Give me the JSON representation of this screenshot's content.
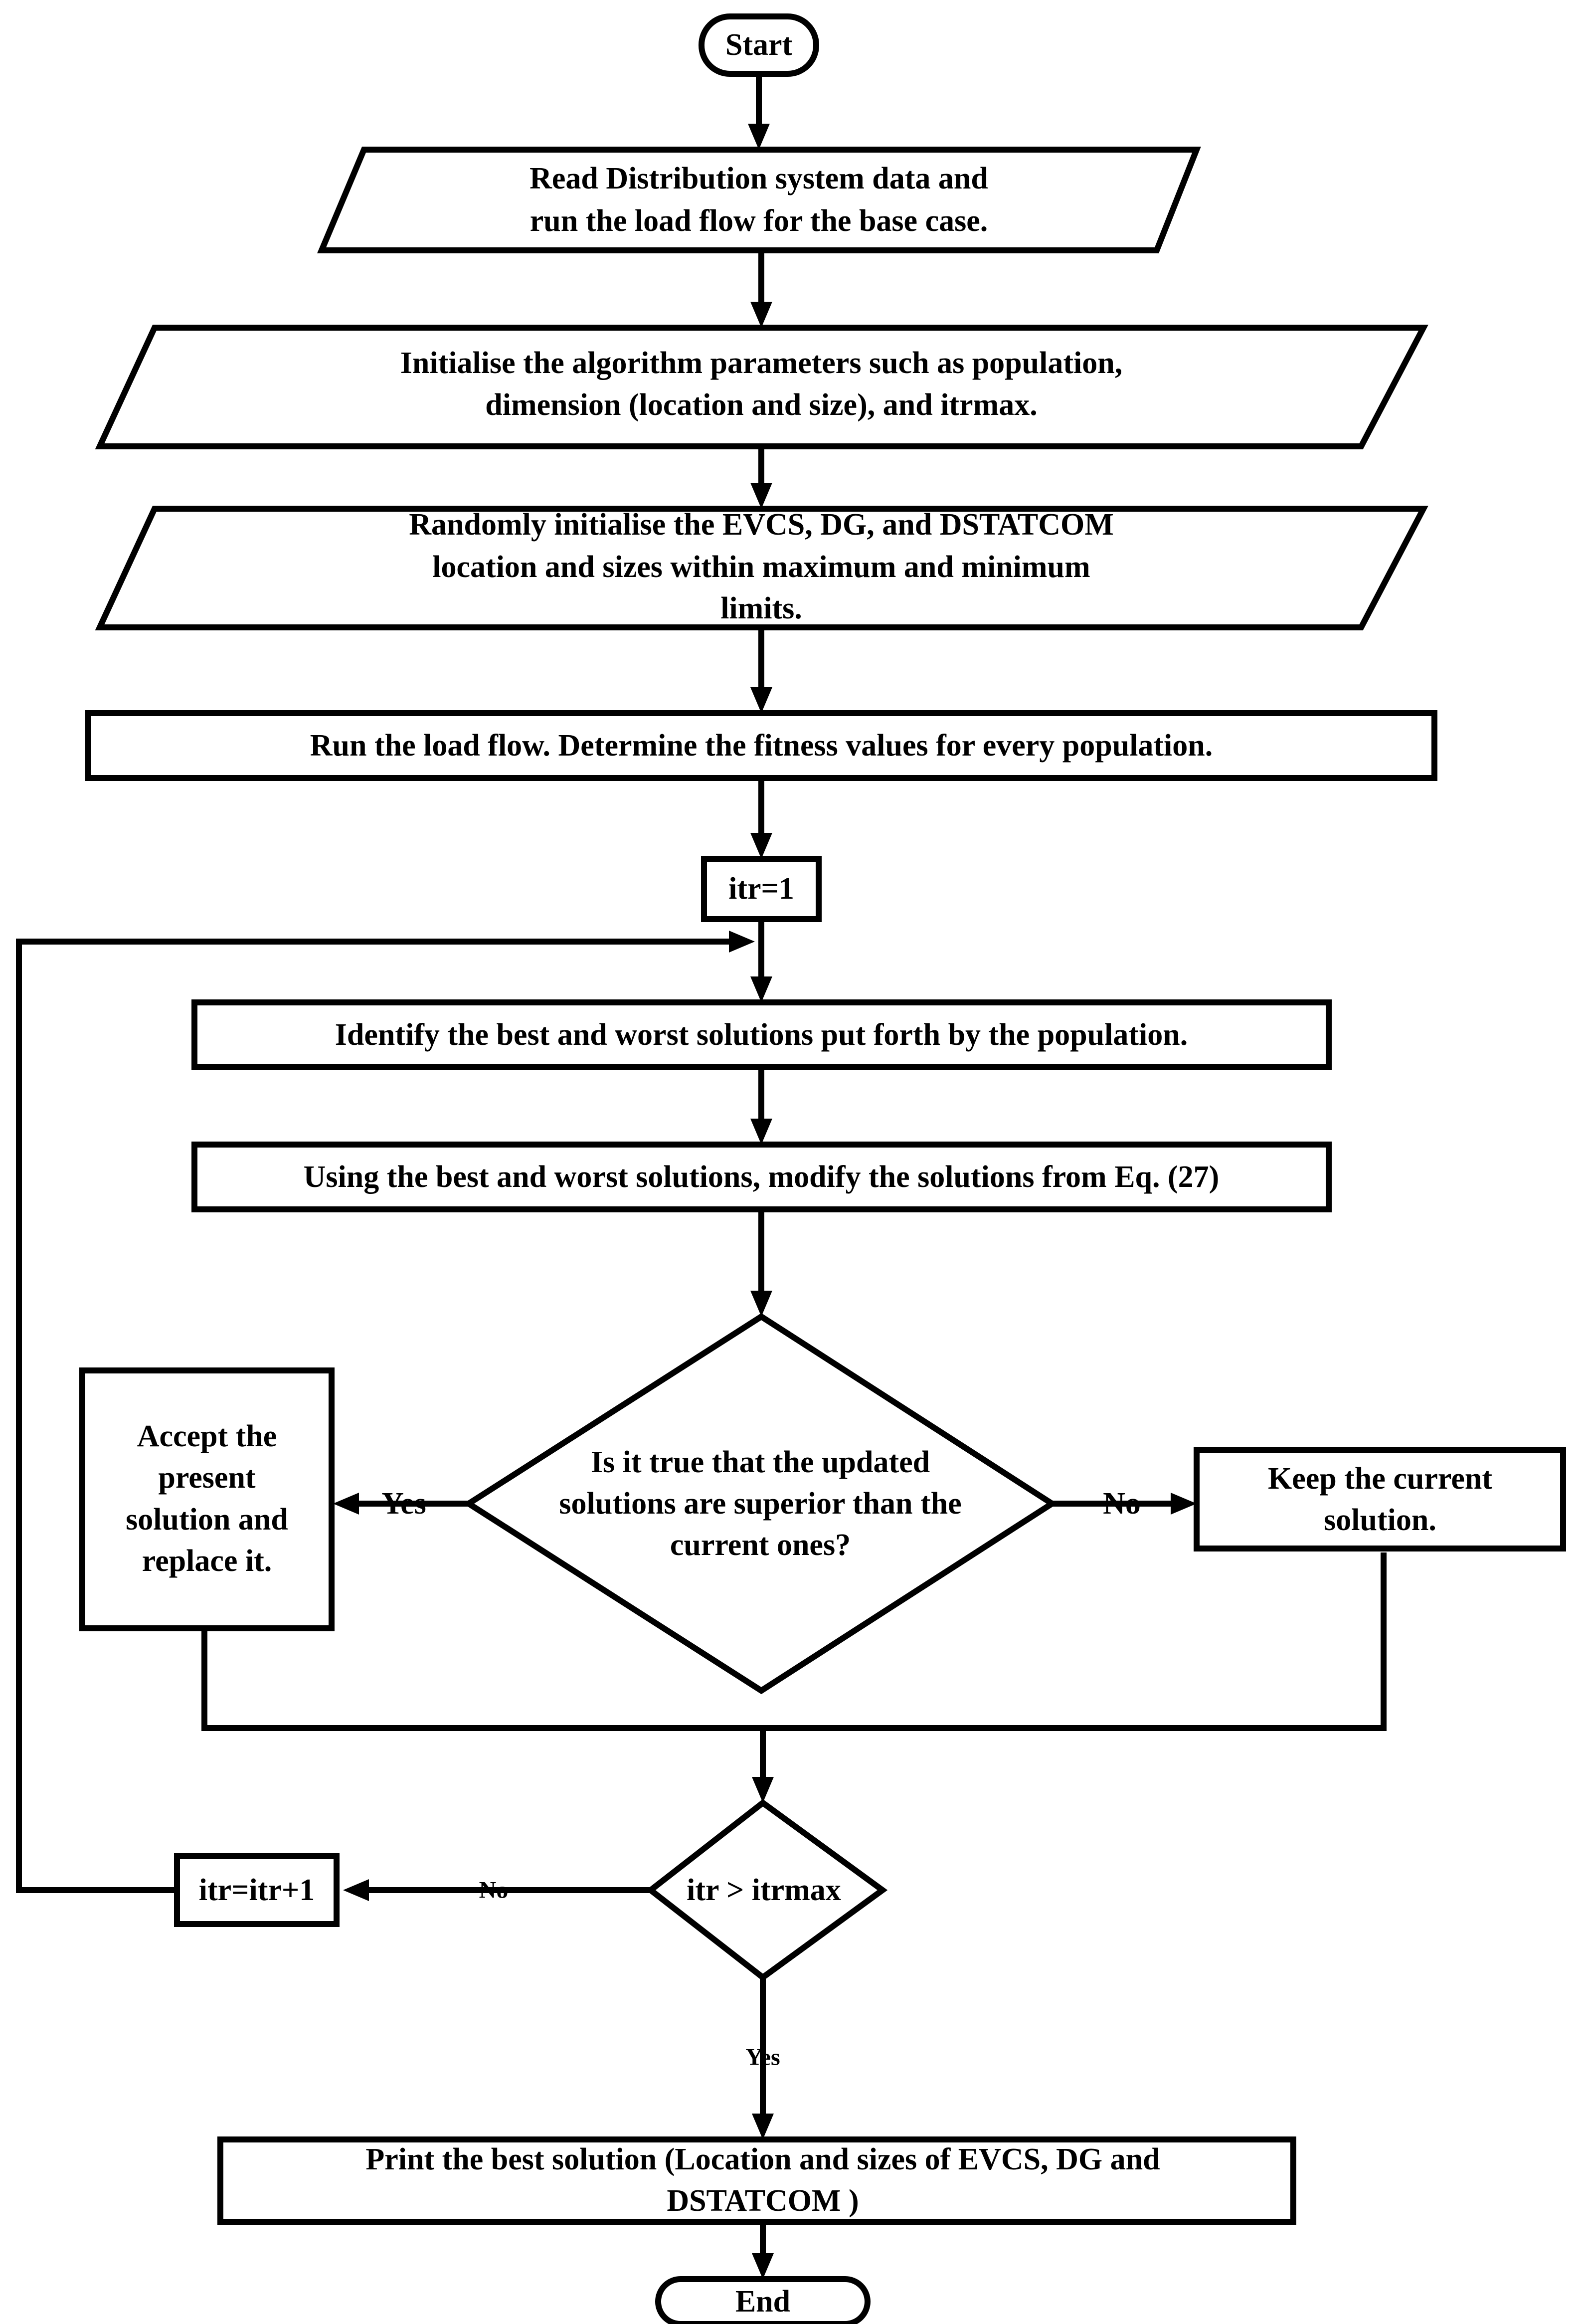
{
  "nodes": {
    "start": "Start",
    "read_data": [
      "Read Distribution system data and",
      "run the load flow for the base case."
    ],
    "init_params": [
      "Initialise the algorithm parameters such as population,",
      "dimension (location and size),  and itrmax."
    ],
    "random_init": [
      "Randomly initialise the EVCS, DG, and DSTATCOM",
      "location and sizes within maximum and minimum",
      "limits."
    ],
    "run_load_flow": "Run the load flow. Determine the fitness values for every population.",
    "itr_init": "itr=1",
    "identify": "Identify the best and worst solutions put forth by the population.",
    "modify": "Using the best and worst solutions,  modify the solutions from Eq. (27)",
    "decision_superior": [
      "Is it true that the updated",
      "solutions are superior than the",
      "current ones?"
    ],
    "accept": [
      "Accept the",
      "present",
      "solution and",
      "replace it."
    ],
    "keep": [
      "Keep the current",
      "solution."
    ],
    "decision_itr": "itr > itrmax",
    "increment": "itr=itr+1",
    "print": [
      "Print the best solution (Location and sizes of EVCS, DG and",
      "DSTATCOM )"
    ],
    "end": "End"
  },
  "edges": {
    "superior_yes": "Yes",
    "superior_no": "No",
    "itr_no": "No",
    "itr_yes": "Yes"
  }
}
